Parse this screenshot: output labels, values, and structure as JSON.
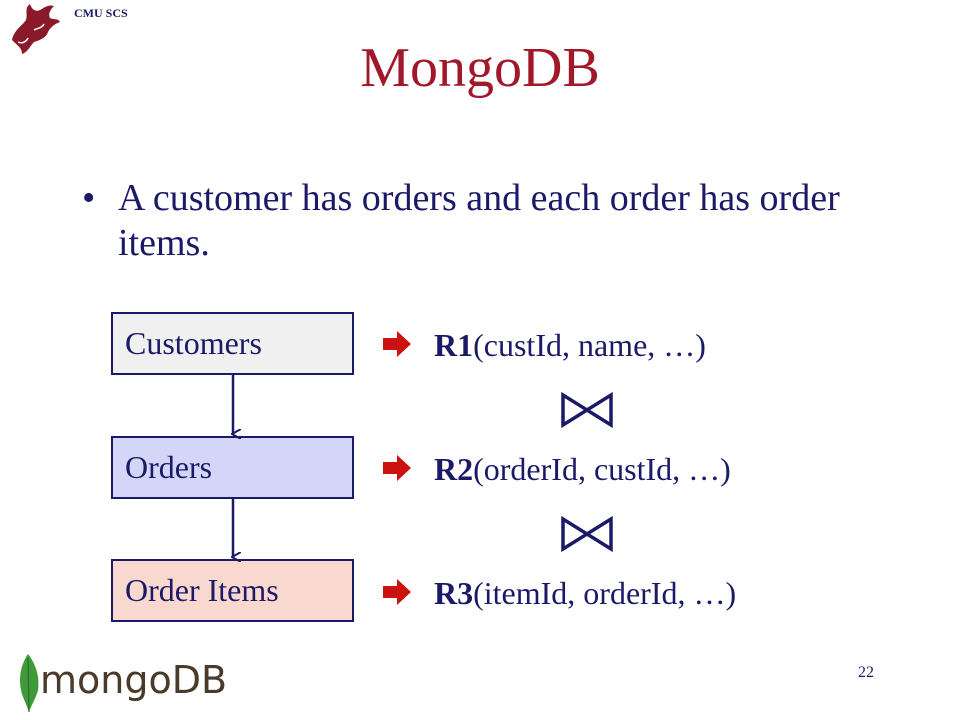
{
  "header": {
    "dept": "CMU SCS",
    "title": "MongoDB"
  },
  "bullet": {
    "text": "A customer has orders and each order has order items."
  },
  "entities": [
    {
      "label": "Customers",
      "color": "#f0f0f0"
    },
    {
      "label": "Orders",
      "color": "#d4d6f8"
    },
    {
      "label": "Order Items",
      "color": "#f9d8d0"
    }
  ],
  "relations": [
    {
      "name": "R1",
      "attrs": "(custId, name, …)"
    },
    {
      "name": "R2",
      "attrs": "(orderId, custId, …)"
    },
    {
      "name": "R3",
      "attrs": "(itemId, orderId, …)"
    }
  ],
  "join_symbol": "⋈",
  "footer": {
    "page": "22",
    "logo_text": "mongoDB"
  },
  "colors": {
    "title": "#a0182a",
    "text": "#1a1a66",
    "arrow": "#cc1111",
    "leaf": "#3f9a3a"
  }
}
